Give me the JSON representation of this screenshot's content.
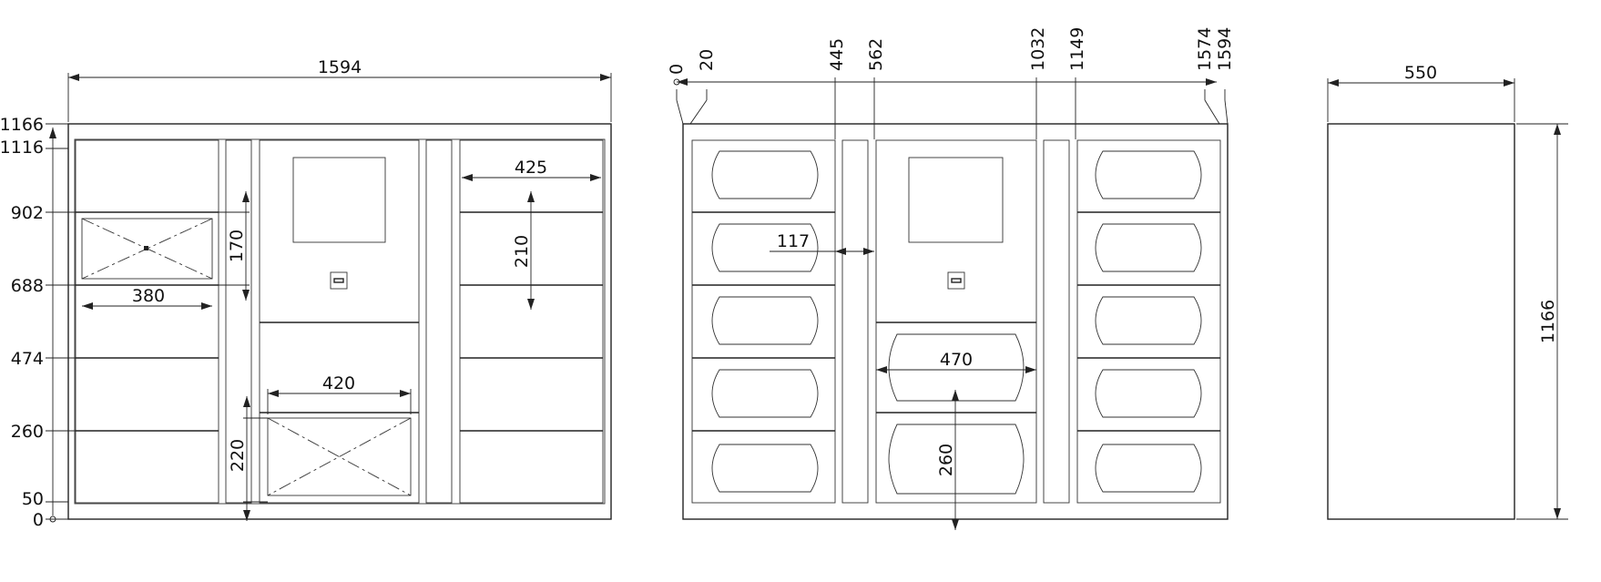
{
  "colors": {
    "line": "#222222",
    "background": "#ffffff"
  },
  "front_view": {
    "overall_width": "1594",
    "height_marks": [
      "1166",
      "1116",
      "902",
      "688",
      "474",
      "260",
      "50",
      "0"
    ],
    "left_door_width": "380",
    "left_door_height": "170",
    "center_door_width": "420",
    "center_door_height": "220",
    "right_door_width": "425",
    "right_door_height": "210"
  },
  "rear_view": {
    "width_marks": [
      "0",
      "20",
      "445",
      "562",
      "1032",
      "1149",
      "1574",
      "1594"
    ],
    "column_gap": "117",
    "center_bay_width": "470",
    "center_bay_height": "260"
  },
  "side_view": {
    "depth": "550",
    "height": "1166"
  }
}
